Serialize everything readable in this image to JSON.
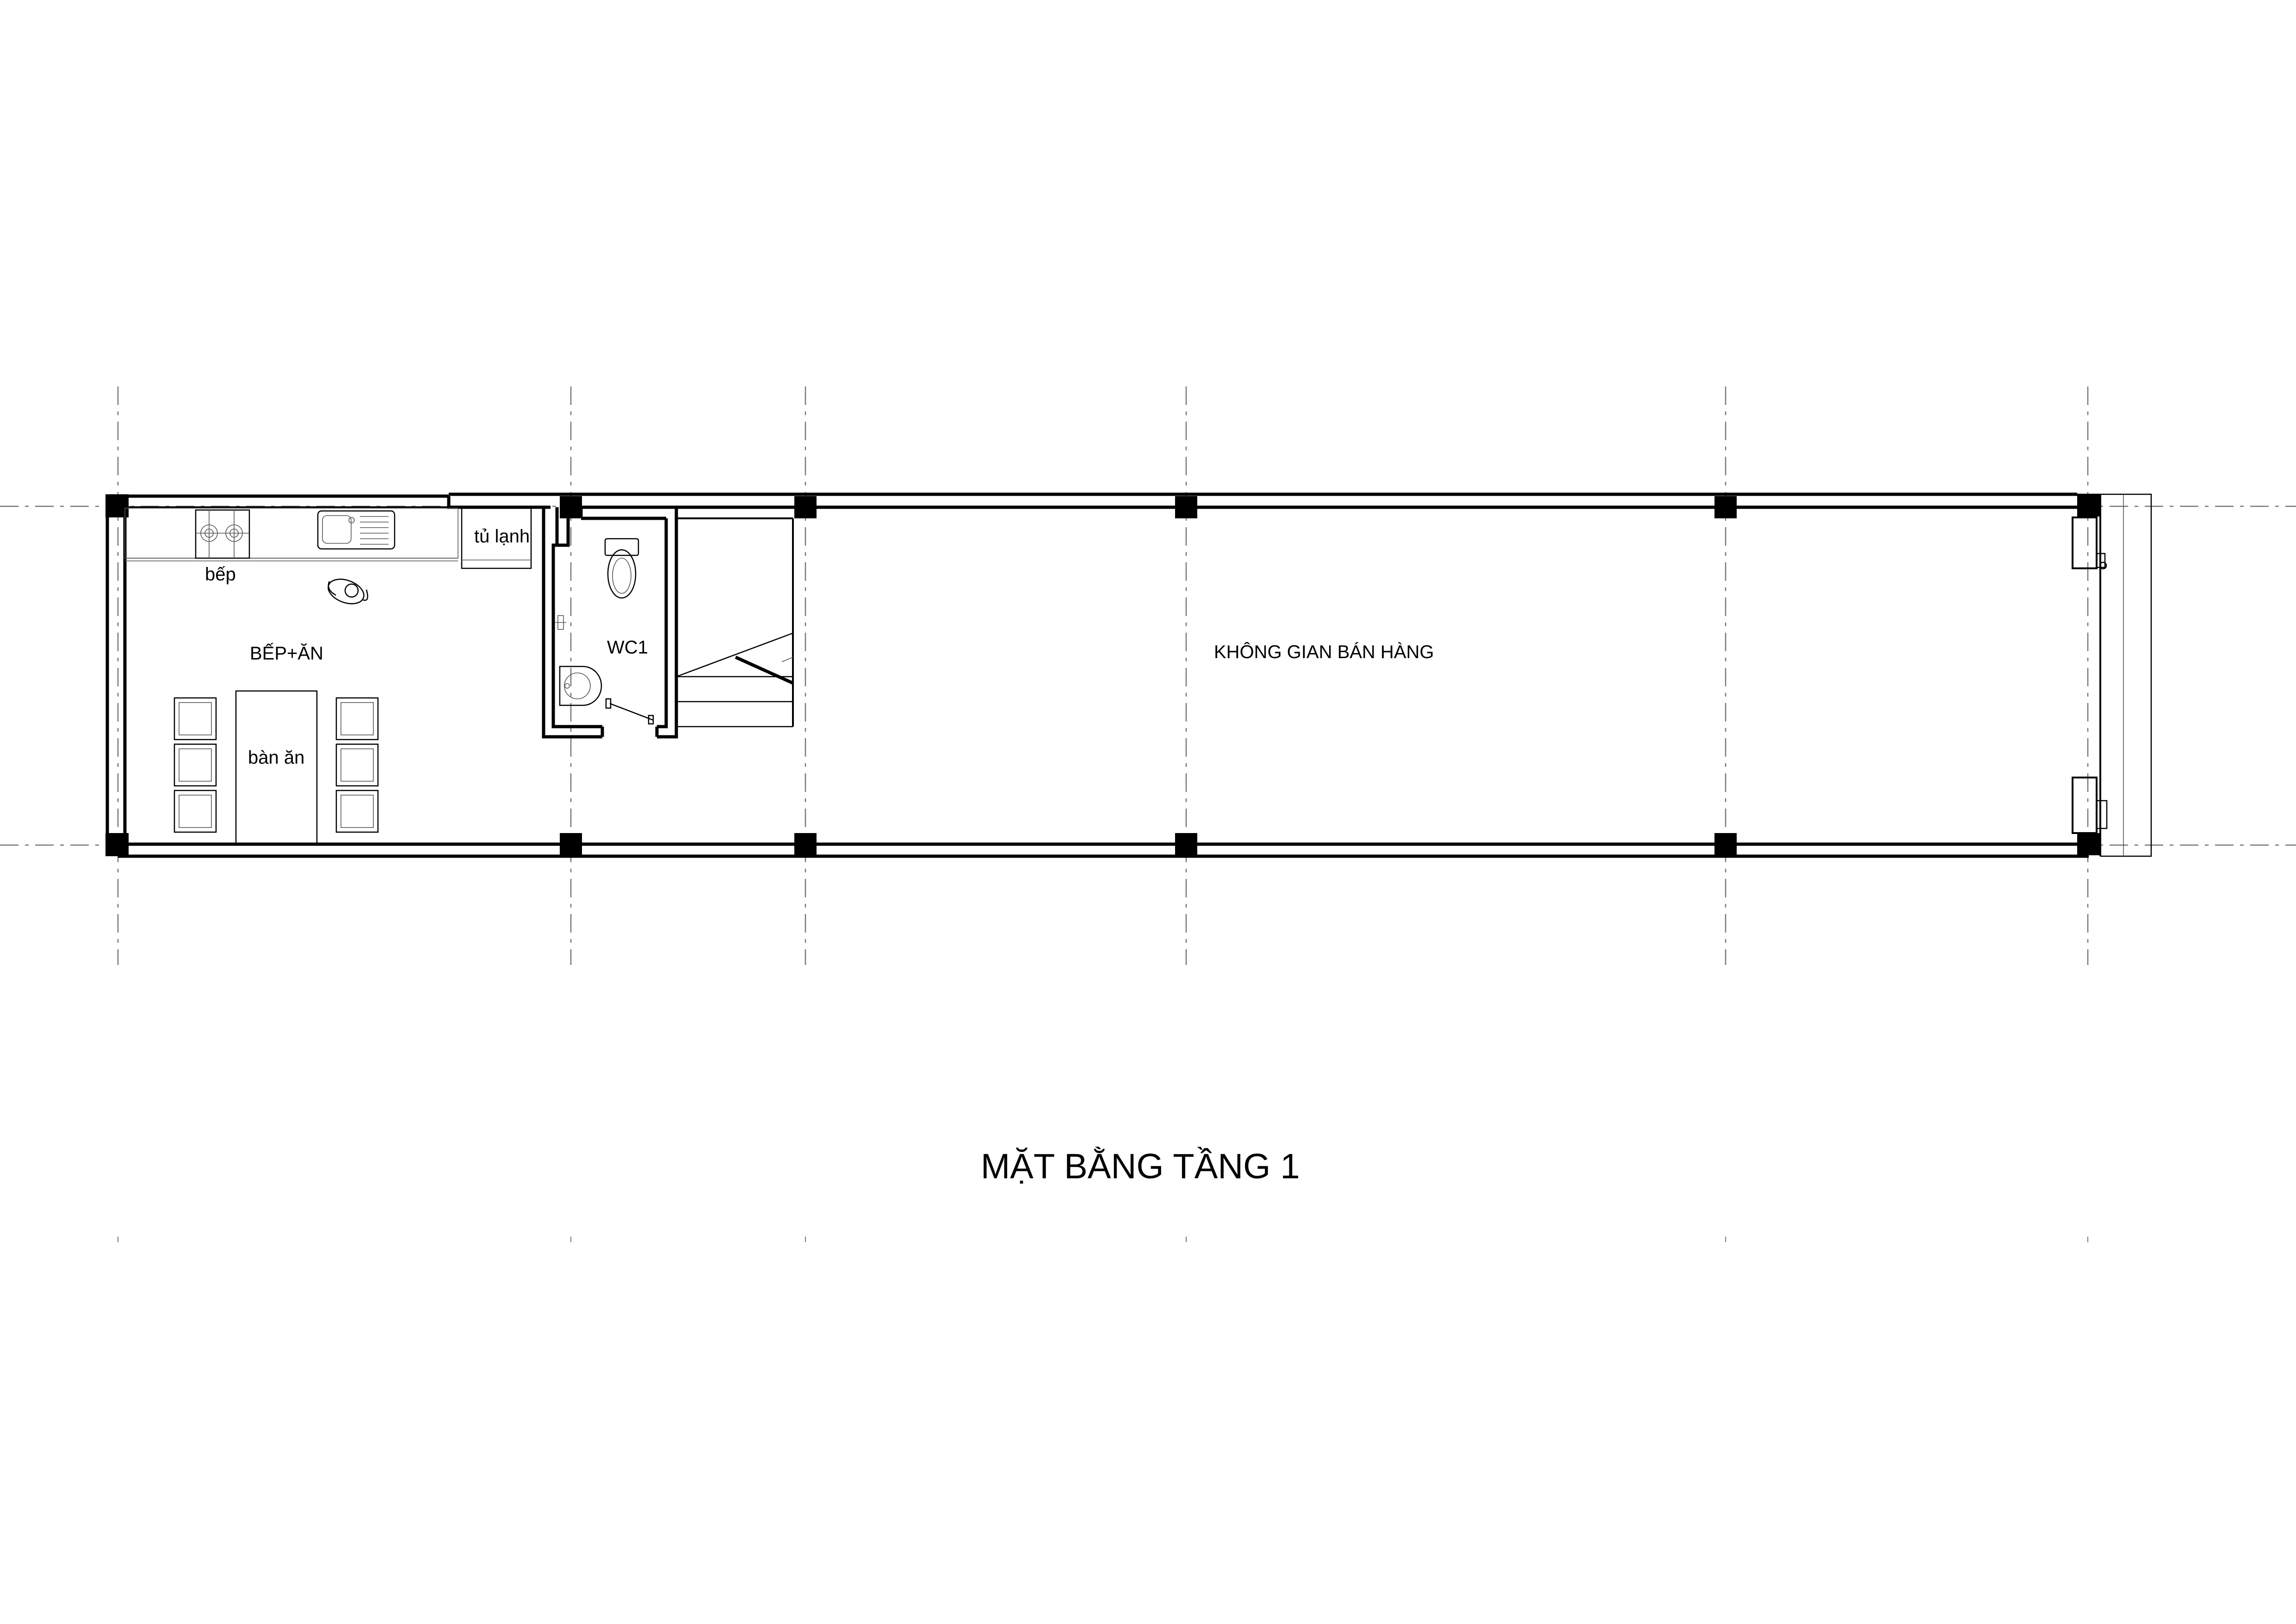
{
  "drawing": {
    "title": "MẶT BẰNG TẦNG 1",
    "rooms": {
      "kitchen_dining": "BẾP+ĂN",
      "stove": "bếp",
      "fridge": "tủ lạnh",
      "dining_table": "bàn ăn",
      "wc": "WC1",
      "shop_space": "KHÔNG GIAN BÁN HÀNG"
    }
  }
}
